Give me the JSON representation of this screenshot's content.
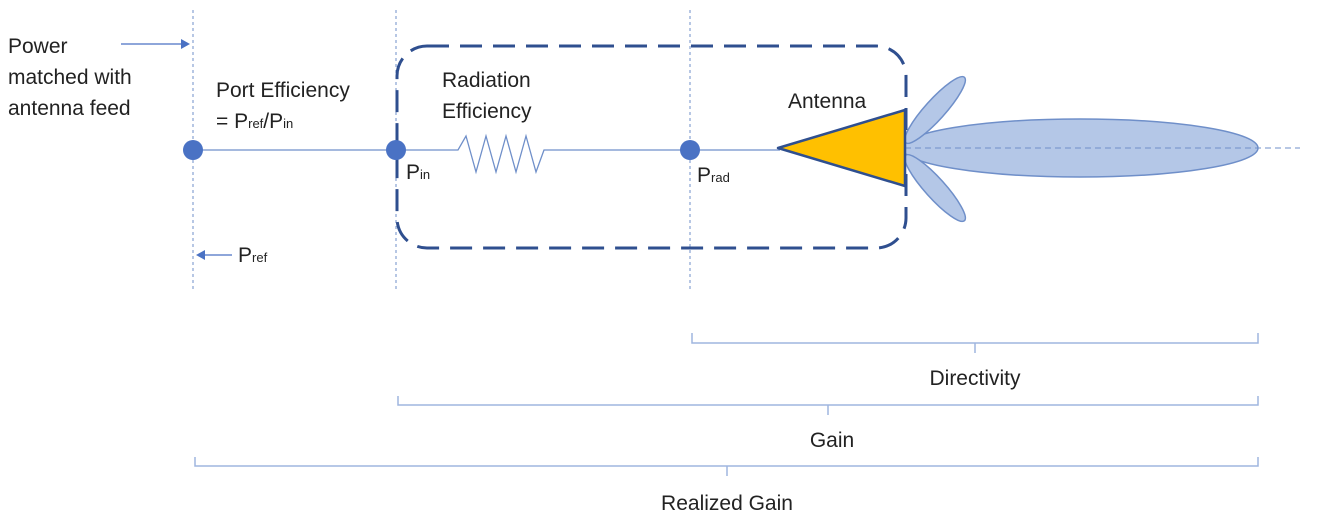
{
  "labels": {
    "power_line1": "Power",
    "power_line2": "matched with",
    "power_line3": "antenna feed",
    "port_eff_line1": "Port Efficiency",
    "port_eff_eq_prefix": "= P",
    "port_eff_eq_sub1": "ref",
    "port_eff_eq_mid": "/P",
    "port_eff_eq_sub2": "in",
    "rad_eff_line1": "Radiation",
    "rad_eff_line2": "Efficiency",
    "antenna": "Antenna",
    "p_in_main": "P",
    "p_in_sub": "in",
    "p_rad_main": "P",
    "p_rad_sub": "rad",
    "p_ref_main": "P",
    "p_ref_sub": "ref",
    "directivity": "Directivity",
    "gain": "Gain",
    "realized_gain": "Realized Gain"
  },
  "colors": {
    "line_blue": "#6f8fc9",
    "node_blue": "#4a72c4",
    "box_dash": "#2f4f8f",
    "antenna_fill": "#ffc000",
    "lobe_fill": "#b4c7e7",
    "brace": "#9fb5df"
  }
}
